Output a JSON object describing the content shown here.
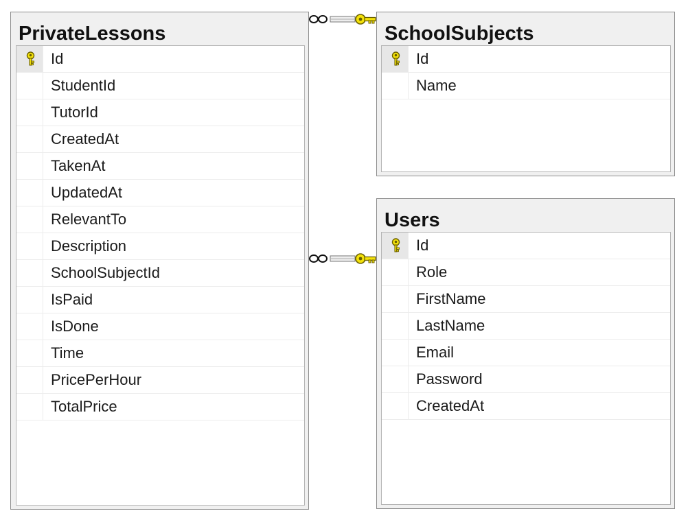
{
  "tables": [
    {
      "name": "PrivateLessons",
      "columns": [
        {
          "name": "Id",
          "primary_key": true
        },
        {
          "name": "StudentId",
          "primary_key": false
        },
        {
          "name": "TutorId",
          "primary_key": false
        },
        {
          "name": "CreatedAt",
          "primary_key": false
        },
        {
          "name": "TakenAt",
          "primary_key": false
        },
        {
          "name": "UpdatedAt",
          "primary_key": false
        },
        {
          "name": "RelevantTo",
          "primary_key": false
        },
        {
          "name": "Description",
          "primary_key": false
        },
        {
          "name": "SchoolSubjectId",
          "primary_key": false
        },
        {
          "name": "IsPaid",
          "primary_key": false
        },
        {
          "name": "IsDone",
          "primary_key": false
        },
        {
          "name": "Time",
          "primary_key": false
        },
        {
          "name": "PricePerHour",
          "primary_key": false
        },
        {
          "name": "TotalPrice",
          "primary_key": false
        }
      ]
    },
    {
      "name": "SchoolSubjects",
      "columns": [
        {
          "name": "Id",
          "primary_key": true
        },
        {
          "name": "Name",
          "primary_key": false
        }
      ]
    },
    {
      "name": "Users",
      "columns": [
        {
          "name": "Id",
          "primary_key": true
        },
        {
          "name": "Role",
          "primary_key": false
        },
        {
          "name": "FirstName",
          "primary_key": false
        },
        {
          "name": "LastName",
          "primary_key": false
        },
        {
          "name": "Email",
          "primary_key": false
        },
        {
          "name": "Password",
          "primary_key": false
        },
        {
          "name": "CreatedAt",
          "primary_key": false
        }
      ]
    }
  ],
  "relationships": [
    {
      "from_table": "PrivateLessons",
      "from_end": "many",
      "to_table": "SchoolSubjects",
      "to_end": "one-key"
    },
    {
      "from_table": "PrivateLessons",
      "from_end": "many",
      "to_table": "Users",
      "to_end": "one-key"
    }
  ],
  "colors": {
    "key_fill": "#f4e20a",
    "key_stroke": "#6b6000",
    "table_header_bg": "#f0f0f0",
    "table_border": "#8c8c8c",
    "grid_bg": "#ffffff"
  }
}
